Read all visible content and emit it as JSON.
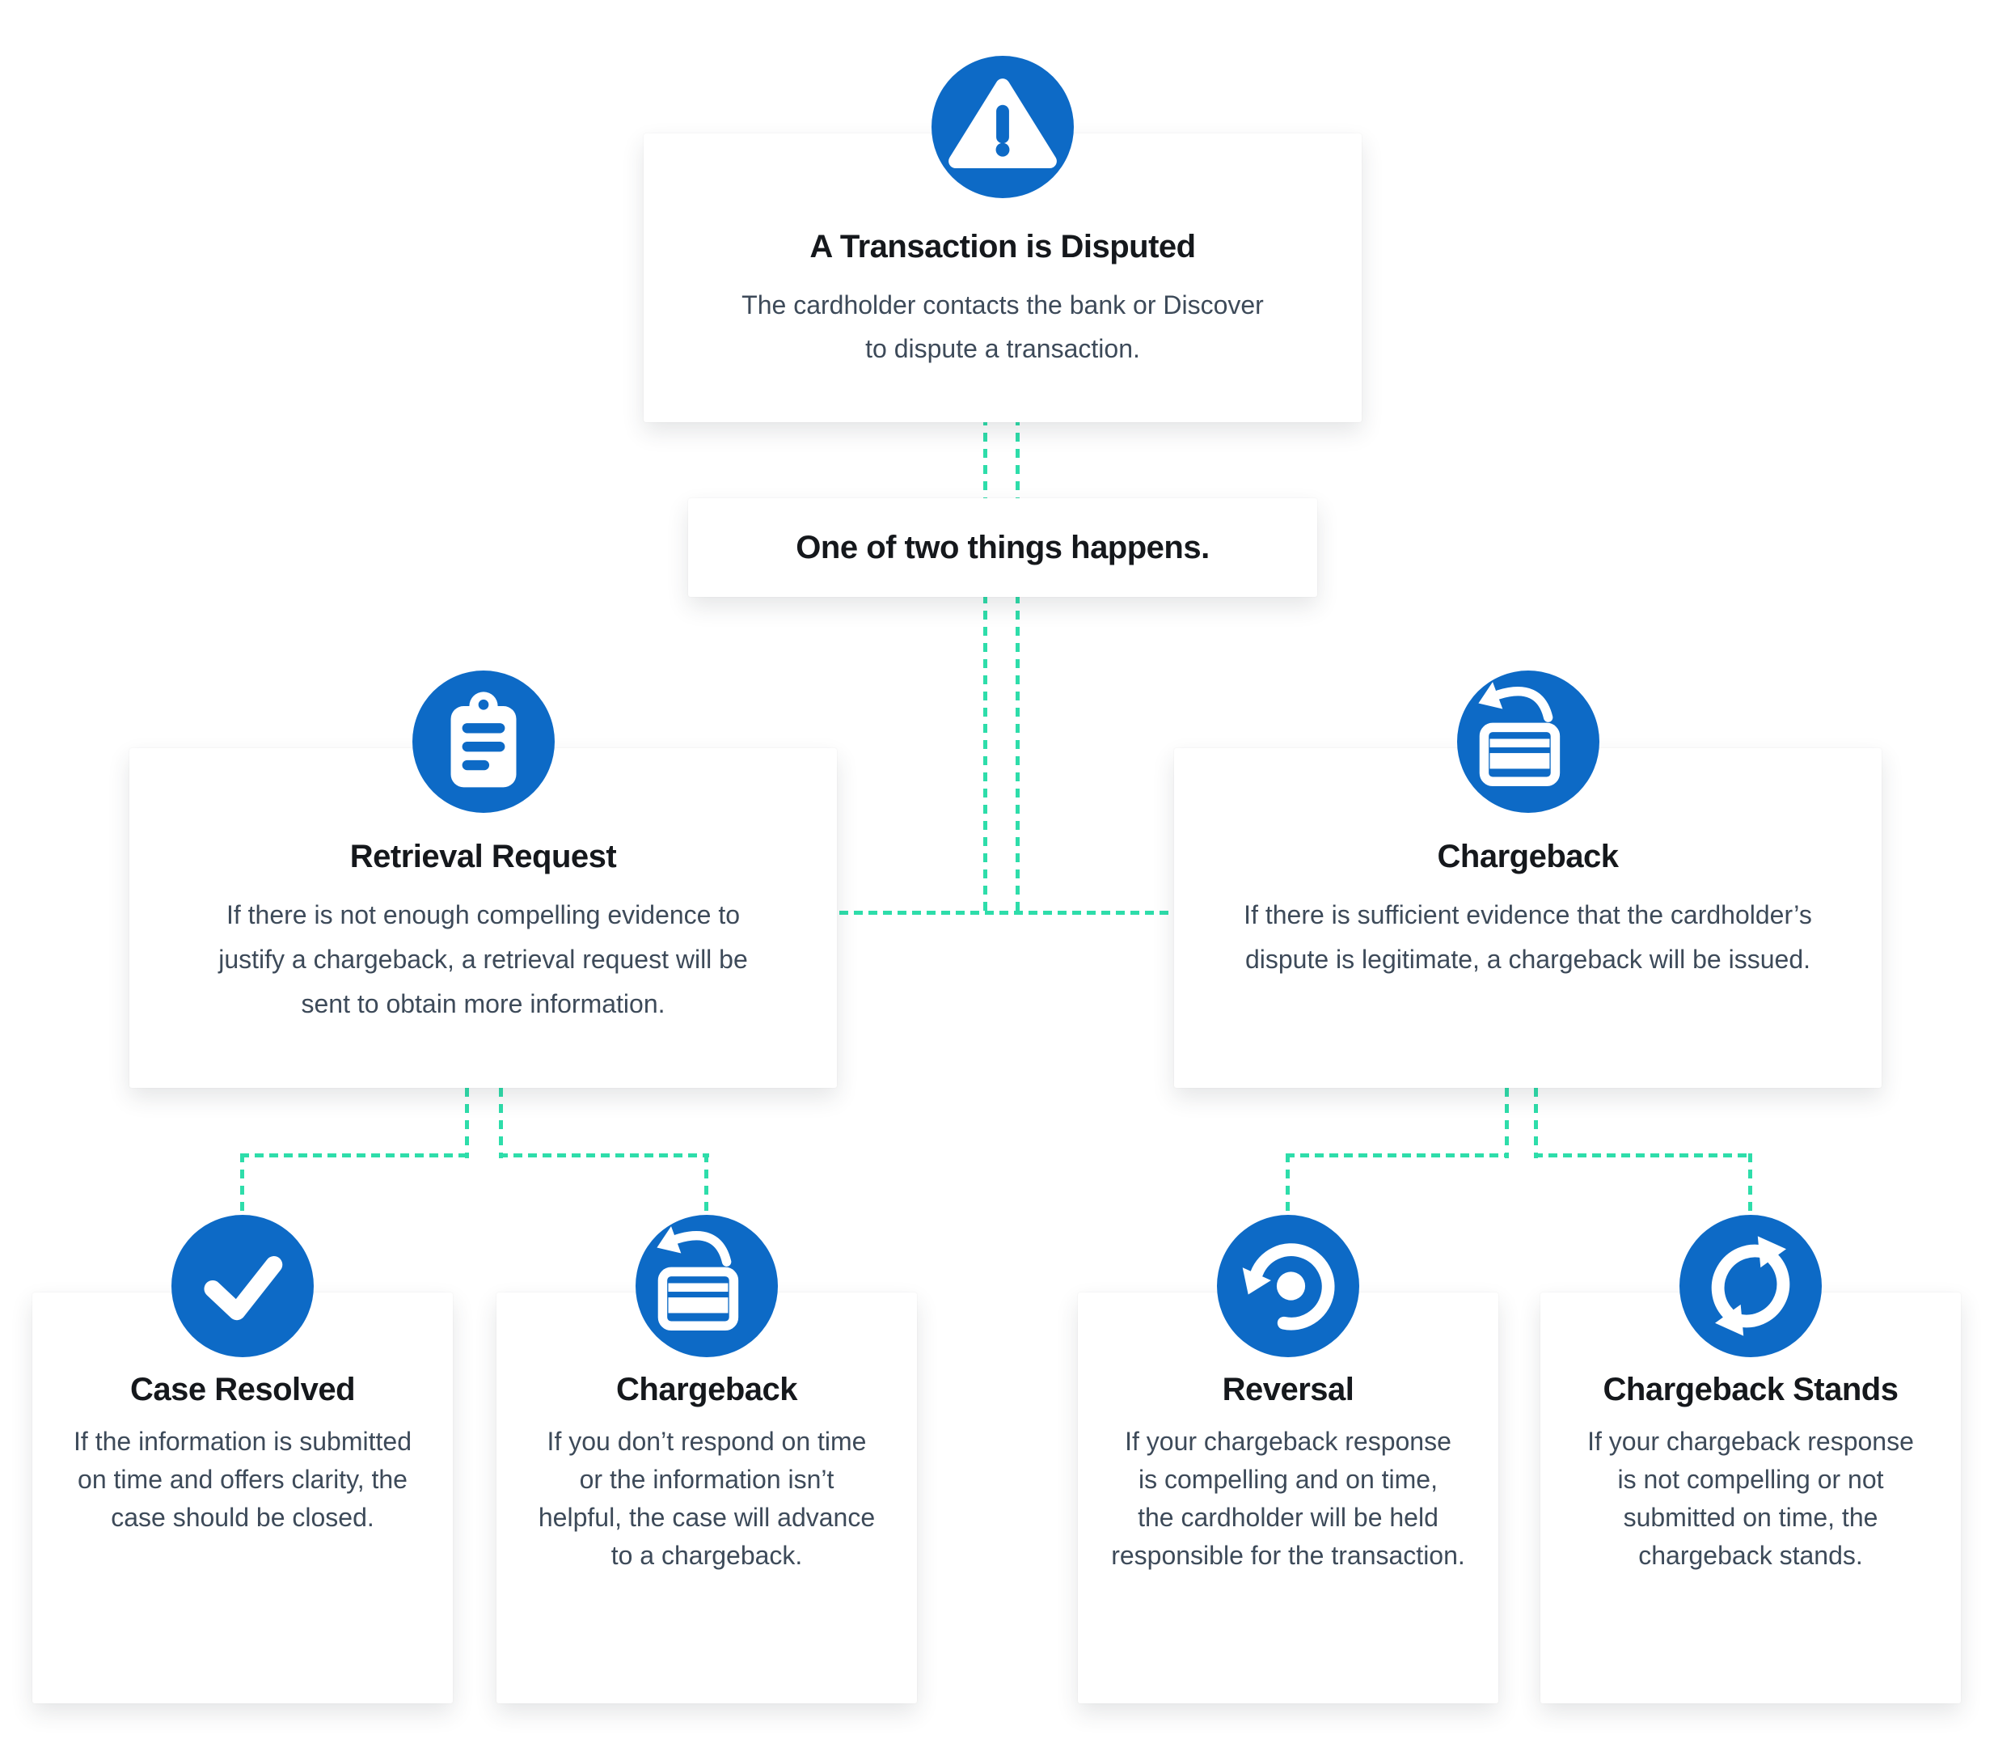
{
  "palette": {
    "accent_blue": "#0d6ac6",
    "connector_teal": "#2eddaa",
    "title_color": "#15181c",
    "body_color": "#3d4a59",
    "card_background": "#ffffff"
  },
  "flow": {
    "disputed": {
      "icon": "warning-icon",
      "title": "A Transaction is Disputed",
      "body": [
        "The cardholder contacts the bank or Discover",
        "to dispute a transaction."
      ]
    },
    "note": {
      "title": "One of two things happens."
    },
    "retrieval_request": {
      "icon": "clipboard-icon",
      "title": "Retrieval Request",
      "body": [
        "If there is not enough compelling evidence to",
        "justify a chargeback, a retrieval request will be",
        "sent to obtain more information."
      ]
    },
    "chargeback": {
      "icon": "card-return-icon",
      "title": "Chargeback",
      "body": [
        "If there is sufficient evidence that the cardholder’s",
        "dispute is legitimate, a chargeback will be issued."
      ]
    },
    "case_resolved": {
      "icon": "check-icon",
      "title": "Case Resolved",
      "body": [
        "If the information is submitted",
        "on time and offers clarity, the",
        "case should be closed."
      ]
    },
    "chargeback_advance": {
      "icon": "card-return-icon",
      "title": "Chargeback",
      "body": [
        "If you don’t respond on time",
        "or the information isn’t",
        "helpful, the case will advance",
        "to a chargeback."
      ]
    },
    "reversal": {
      "icon": "restore-icon",
      "title": "Reversal",
      "body": [
        "If your chargeback response",
        "is compelling and on time,",
        "the cardholder will be held",
        "responsible for the transaction."
      ]
    },
    "chargeback_stands": {
      "icon": "sync-icon",
      "title": "Chargeback Stands",
      "body": [
        "If your chargeback response",
        "is not compelling or not",
        "submitted on time, the",
        "chargeback stands."
      ]
    }
  }
}
